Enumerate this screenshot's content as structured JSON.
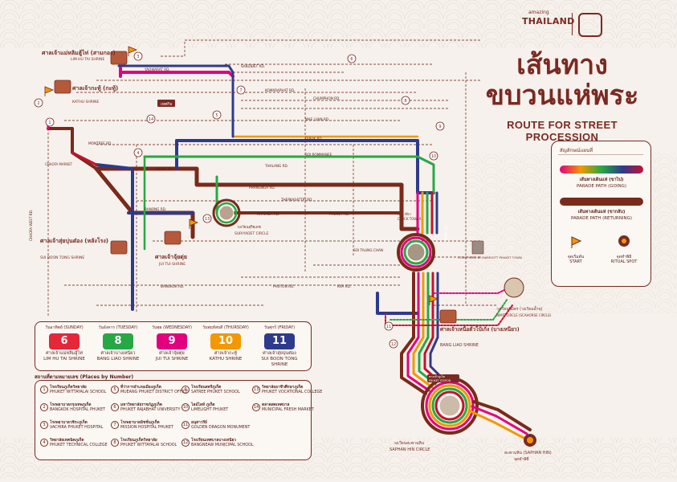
{
  "brand": {
    "amazing": "amazing",
    "country": "THAILAND"
  },
  "title": {
    "th": "เส้นทางขบวนแห่พระ",
    "th_line1": "เส้นทาง",
    "th_line2": "ขบวนแห่พระ",
    "en": "ROUTE FOR STREET PROCESSION"
  },
  "legend": {
    "heading": "สัญลักษณ์แผนที่",
    "going_th": "เส้นทางเดินแห่ (ขาไป)",
    "going_en": "PARADE PATH (GOING)",
    "return_th": "เส้นทางเดินแห่ (ขากลับ)",
    "return_en": "PARADE PATH (RETURNING)",
    "start_th": "จุดเริ่มต้น",
    "start_en": "START",
    "ritual_th": "จุดทำพิธี",
    "ritual_en": "RITUAL SPOT",
    "colors": [
      "#e3007f",
      "#f39800",
      "#27a844",
      "#2e3a8c",
      "#c8102e"
    ]
  },
  "days": [
    {
      "day": "วันอาทิตย์ (SUNDAY)",
      "num": "6",
      "shrine_th": "ศาลเจ้าแม่หลิมฮู้ไท่",
      "shrine_en": "LIM HU TAI SHRINE",
      "color": "#e5273a"
    },
    {
      "day": "วันอังคาร (TUESDAY)",
      "num": "8",
      "shrine_th": "ศาลเจ้าบางเหนียว",
      "shrine_en": "BANG LIAO SHRINE",
      "color": "#27a844"
    },
    {
      "day": "วันพุธ (WEDNESDAY)",
      "num": "9",
      "shrine_th": "ศาลเจ้าจุ้ยตุ่ย",
      "shrine_en": "JUI TUI SHRINE",
      "color": "#e3007f"
    },
    {
      "day": "วันพฤหัสบดี (THURSDAY)",
      "num": "10",
      "shrine_th": "ศาลเจ้ากะทู้",
      "shrine_en": "KATHU SHRINE",
      "color": "#f39800"
    },
    {
      "day": "วันศุกร์ (FRIDAY)",
      "num": "11",
      "shrine_th": "ศาลเจ้าสุ่ยบุ่นต๋อง",
      "shrine_en": "SUI BOON TONG SHRINE",
      "color": "#2e3a8c"
    }
  ],
  "places_title": "สถานที่ตามหมายเลข (Places by Number)",
  "places": [
    {
      "n": "1",
      "th": "โรงเรียนภูเก็ตวิทยาลัย",
      "en": "PHUKET WITTAYALAI SCHOOL"
    },
    {
      "n": "2",
      "th": "โรงพยาบาลกรุงเทพภูเก็ต",
      "en": "BANGKOK HOSPITAL PHUKET"
    },
    {
      "n": "3",
      "th": "โรงพยาบาลวชิระภูเก็ต",
      "en": "VACHIRA PHUKET HOSPITAL"
    },
    {
      "n": "4",
      "th": "วิทยาลัยเทคนิคภูเก็ต",
      "en": "PHUKET TECHNICAL COLLEGE"
    },
    {
      "n": "5",
      "th": "ที่ว่าการอำเภอเมืองภูเก็ต",
      "en": "MUEANG PHUKET DISTRICT OFFICE"
    },
    {
      "n": "6",
      "th": "มหาวิทยาลัยราชภัฏภูเก็ต",
      "en": "PHUKET RAJABHAT UNIVERSITY"
    },
    {
      "n": "7",
      "th": "โรงพยาบาลมิชชั่นภูเก็ต",
      "en": "MISSION HOSPITAL PHUKET"
    },
    {
      "n": "8",
      "th": "โรงเรียนภูเก็ตวิทยาลัย",
      "en": "PHUKET WITTAYALAI SCHOOL"
    },
    {
      "n": "9",
      "th": "โรงเรียนสตรีภูเก็ต",
      "en": "SATREE PHUKET SCHOOL"
    },
    {
      "n": "10",
      "th": "ไลม์ไลท์ ภูเก็ต",
      "en": "LIMELIGHT PHUKET"
    },
    {
      "n": "11",
      "th": "อนุสาวรีย์",
      "en": "GOLDEN DRAGON MONUMENT"
    },
    {
      "n": "12",
      "th": "โรงเรียนเทศบาลบางเหนียว",
      "en": "BANGNEAW MUNICIPAL SCHOOL"
    },
    {
      "n": "13",
      "th": "วิทยาลัยอาชีวศึกษาภูเก็ต",
      "en": "PHUKET VOCATIONAL COLLEGE"
    },
    {
      "n": "14",
      "th": "ตลาดสดเทศบาล",
      "en": "MUNICIPAL FRESH MARKET"
    }
  ],
  "map": {
    "roads": {
      "yaowarat": "YAOWARAT RD.",
      "thepkasattri": "THEPKASATTRI RD.",
      "ranong": "RANONG RD.",
      "phangnga": "PHANGNGA RD.",
      "rassada": "RATSADA RD.",
      "phuket": "PHUKET RD.",
      "dibuk": "DIBUK RD.",
      "thalang": "THALANG RD.",
      "krabi": "KRABI RD.",
      "soi_rommanee": "SOI ROMMANEE",
      "montree": "MONTREE RD.",
      "maeluan": "MAE LUAN RD.",
      "bangkok": "BANGKOK RD.",
      "phuton": "PHUTON RD.",
      "kra": "KRA RD.",
      "soi_talingchan": "SOI TALING CHAN",
      "komarapat": "KOMARAPHAT RD.",
      "chumphon": "CHUMPHON RD.",
      "chaofa": "CHAOFA WEST RD.",
      "nimit": "NIMIT RD.",
      "sakdidet": "SAKDIDET RD."
    },
    "labels": {
      "lim_hu_tai_th": "ศาลเจ้าแม่หลิมฮู้ไท่ (สามกอง)",
      "lim_hu_tai_en": "LIM HU TAI SHRINE",
      "kathu_th": "ศาลเจ้ากะทู้ (กะทู้)",
      "kathu_en": "KATHU SHRINE",
      "sui_boon_th": "ศาลเจ้าสุ่ยบุ่นต๋อง (หลังโรง)",
      "sui_boon_en": "SUI BOON TONG SHRINE",
      "jui_tui_th": "ศาลเจ้าจุ้ยตุ่ย",
      "jui_tui_en": "JUI TUI SHRINE",
      "bang_liao_th": "ศาลเจ้าเหนือตั๋วโบ้เก้ง (บางเหนียว)",
      "bang_liao_en": "BANG LIAO SHRINE",
      "suriyadet": "วงเวียนสุริยเดช",
      "suriyadet_en": "SURIYADET CIRCLE",
      "saphan_hin_circle": "วงเวียนสะพานหิน",
      "saphan_hin_circle_en": "SAPHAN HIN CIRCLE",
      "saphan_hin": "สะพานหิน (SAPHAN HIN)",
      "saphan_hin_ritual": "จุดทำพิธี",
      "nimit_circle": "วงเวียนนิมิตร (วงเวียนน้ำพุ)",
      "nimit_circle_en": "NIMIT CIRCLE (SCAHORSE CIRCLE)",
      "clock_tower": "หอนาฬิกา",
      "clock_tower_en": "CLOCK TOWER",
      "marriott": "COURTYARD BY MARRIOTT PHUKET TOWN",
      "chaofa_market": "CHAOFA MARKET",
      "thepkasattri_hdr": "เทศกิจ",
      "phuket_stop_th": "ทางเข้าภูเก็ต",
      "phuket_stop_en": "PHUKET STATION"
    }
  }
}
